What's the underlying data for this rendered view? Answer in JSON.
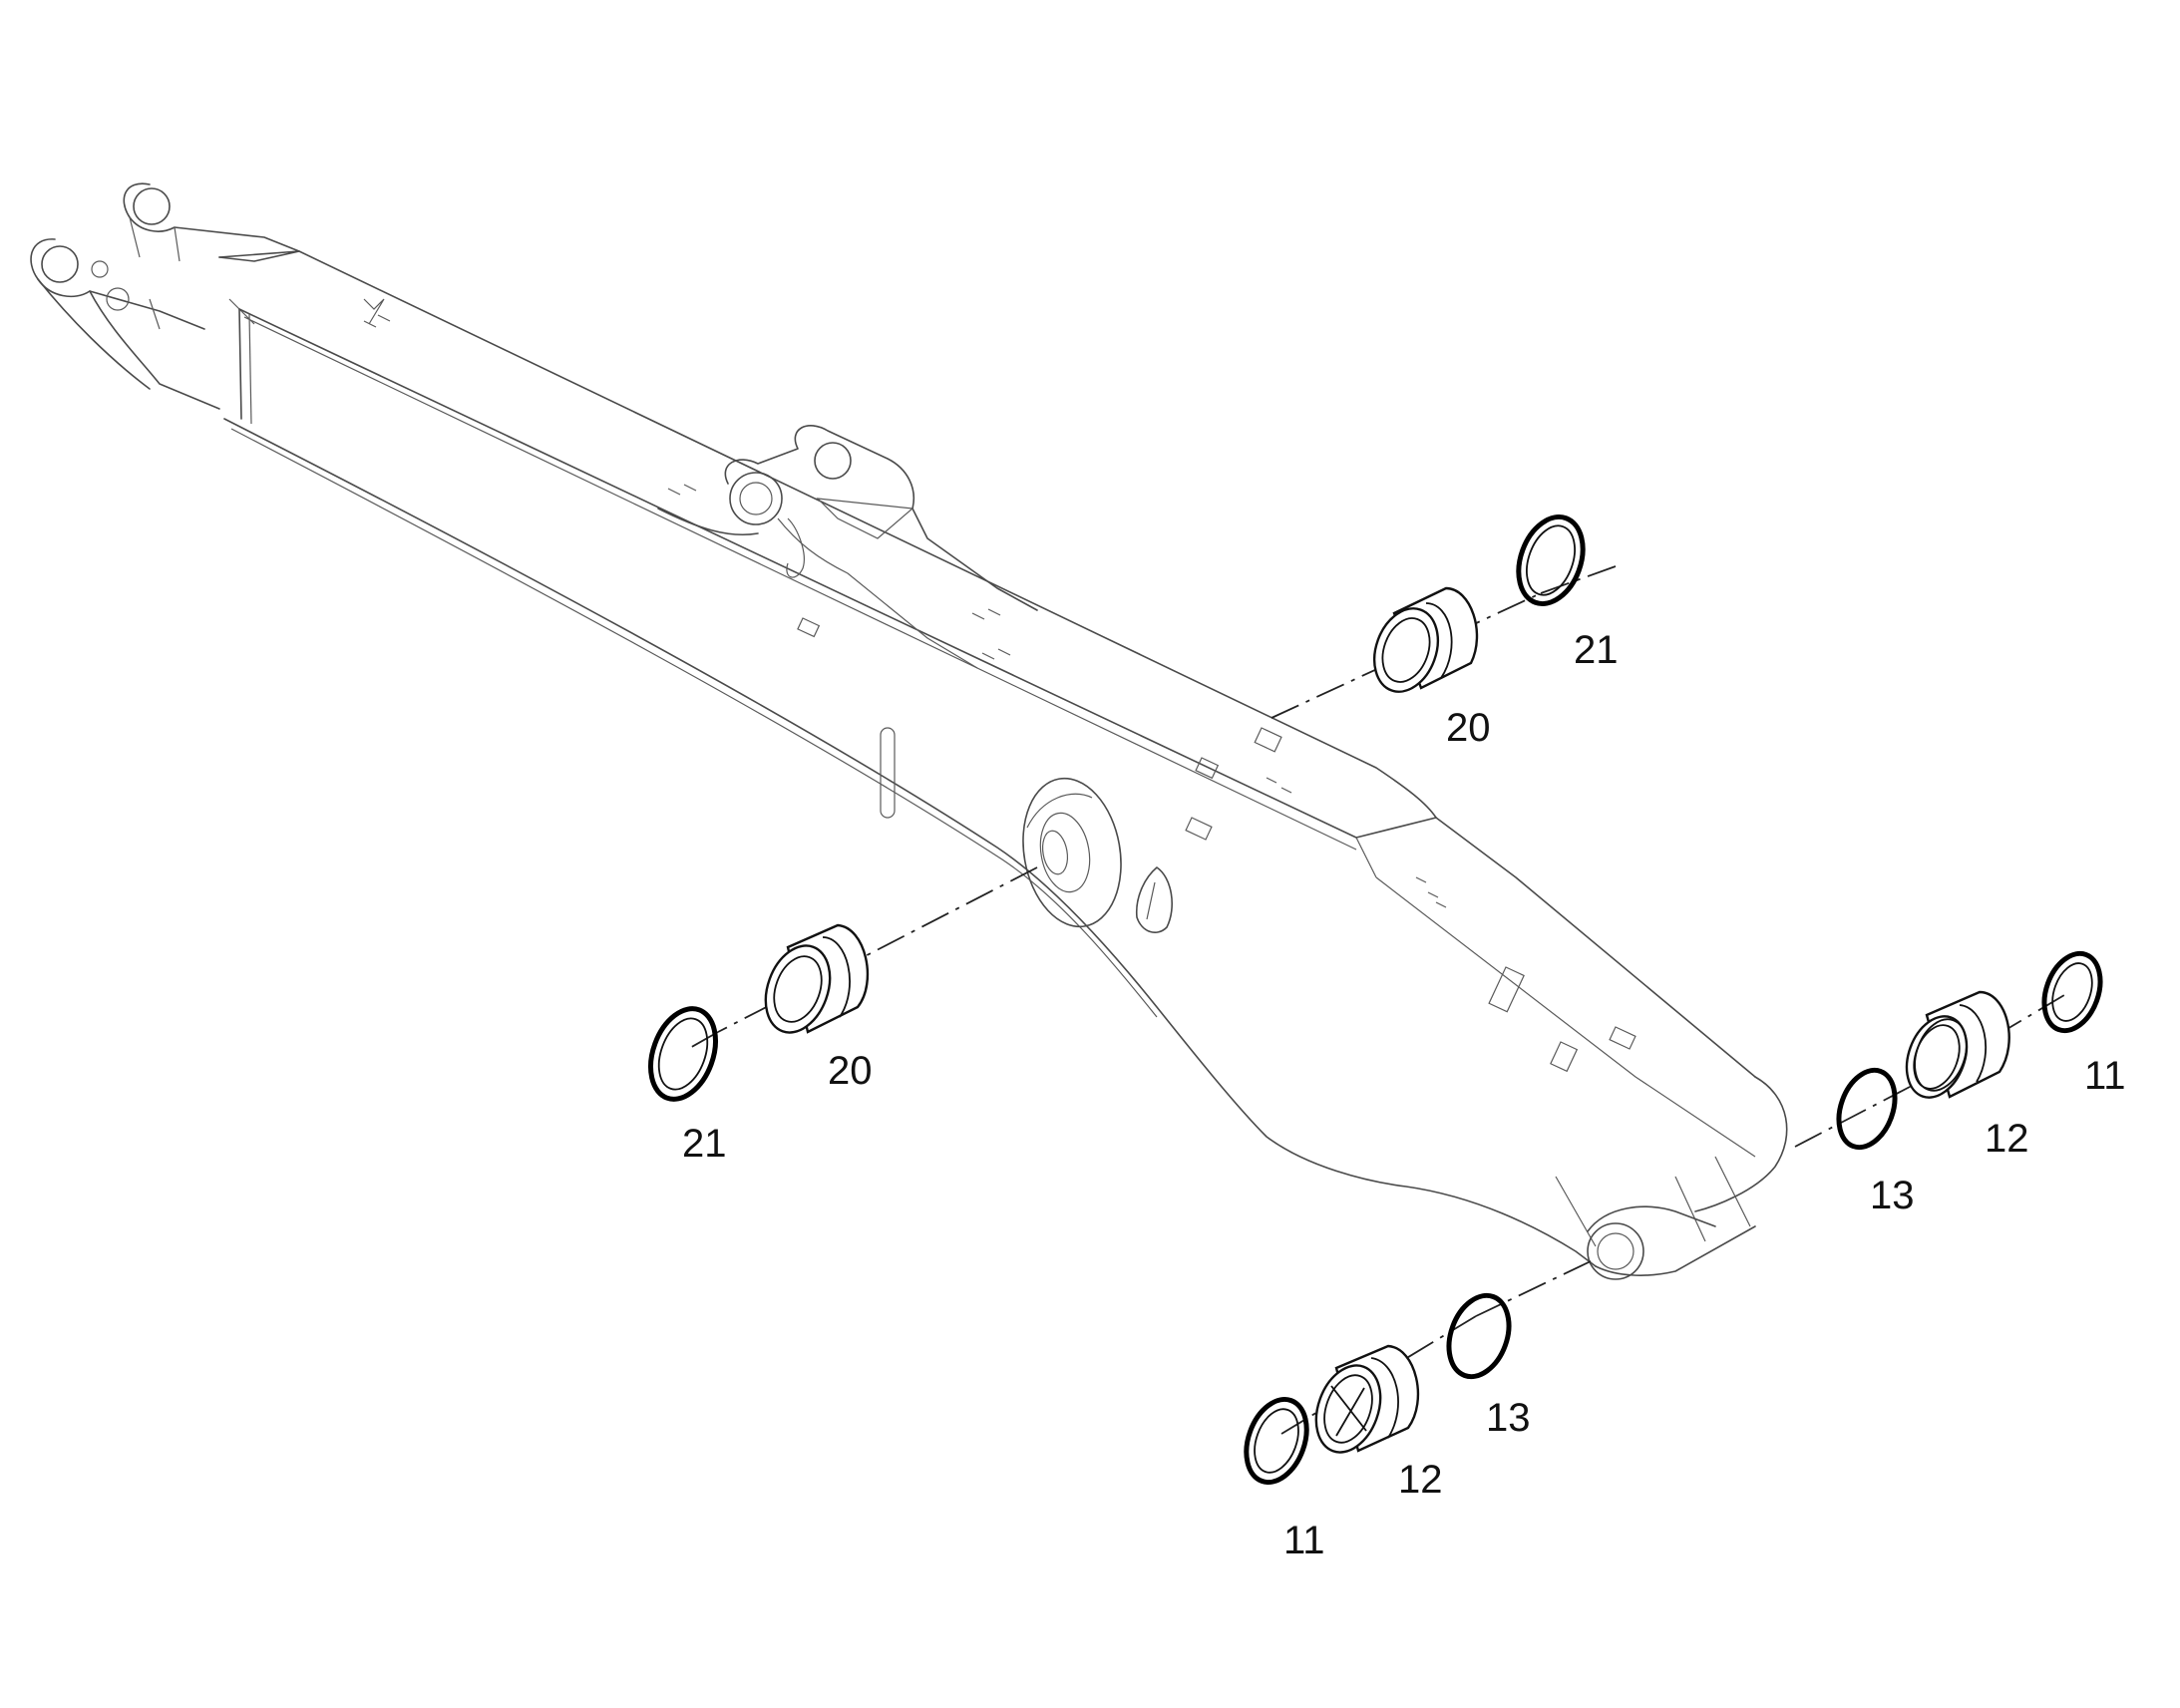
{
  "callouts": {
    "c21_top": "21",
    "c20_top": "20",
    "c20_left": "20",
    "c21_left": "21",
    "c11_right": "11",
    "c12_right": "12",
    "c13_right": "13",
    "c13_bottom": "13",
    "c12_bottom": "12",
    "c11_bottom": "11"
  },
  "colors": {
    "line": "#4a4a4a",
    "part": "#111111",
    "background": "#ffffff"
  }
}
